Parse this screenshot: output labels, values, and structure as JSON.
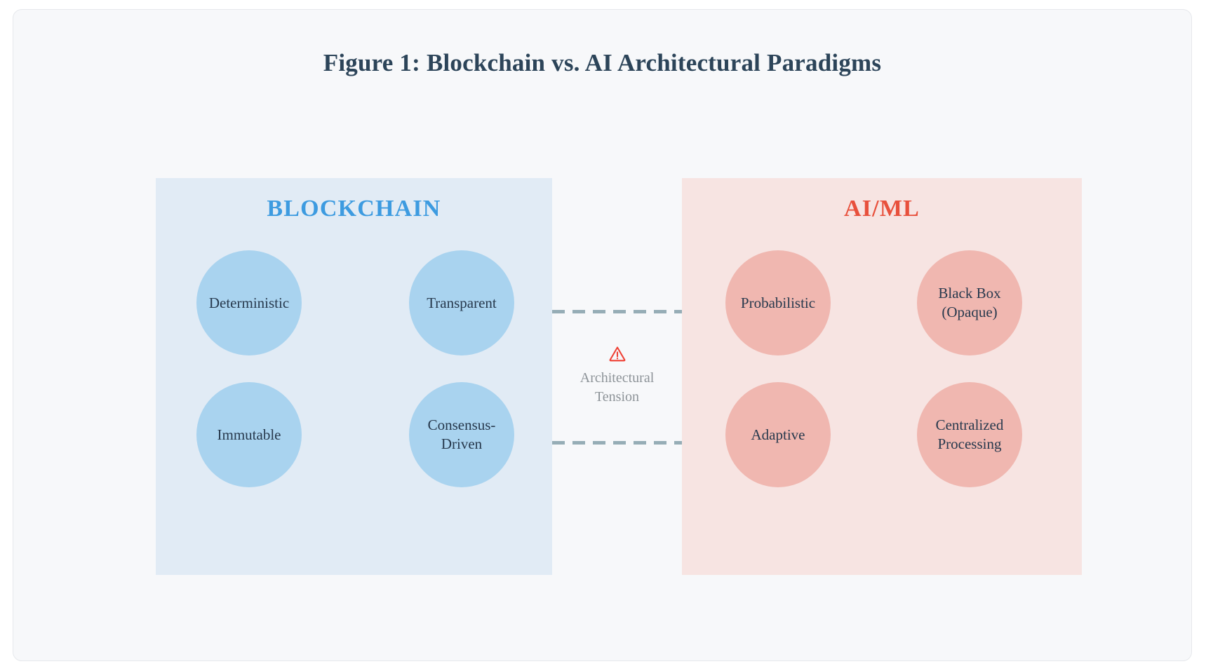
{
  "figure": {
    "title": "Figure 1: Blockchain vs. AI Architectural Paradigms",
    "title_color": "#2c4459",
    "card_background": "#f7f8fa"
  },
  "panels": {
    "left": {
      "heading": "BLOCKCHAIN",
      "heading_color": "#3d9be0",
      "panel_color": "#e1ebf5",
      "node_color": "#a9d3ef",
      "nodes": [
        {
          "label": "Deterministic",
          "row": 1,
          "column": 1
        },
        {
          "label": "Transparent",
          "row": 1,
          "column": 2
        },
        {
          "label": "Immutable",
          "row": 2,
          "column": 1
        },
        {
          "label": "Consensus-\nDriven",
          "row": 2,
          "column": 2
        }
      ]
    },
    "right": {
      "heading": "AI/ML",
      "heading_color": "#e8503c",
      "panel_color": "#f7e4e2",
      "node_color": "#f0b7b0",
      "nodes": [
        {
          "label": "Probabilistic",
          "row": 1,
          "column": 1
        },
        {
          "label": "Black Box\n(Opaque)",
          "row": 1,
          "column": 2
        },
        {
          "label": "Adaptive",
          "row": 2,
          "column": 1
        },
        {
          "label": "Centralized\nProcessing",
          "row": 2,
          "column": 2
        }
      ]
    }
  },
  "center": {
    "icon": "warning-triangle-icon",
    "icon_color": "#ef4034",
    "label": "Architectural\nTension",
    "label_color": "#8d9398",
    "connector_color": "#96adb6",
    "connector_style": "dashed"
  }
}
